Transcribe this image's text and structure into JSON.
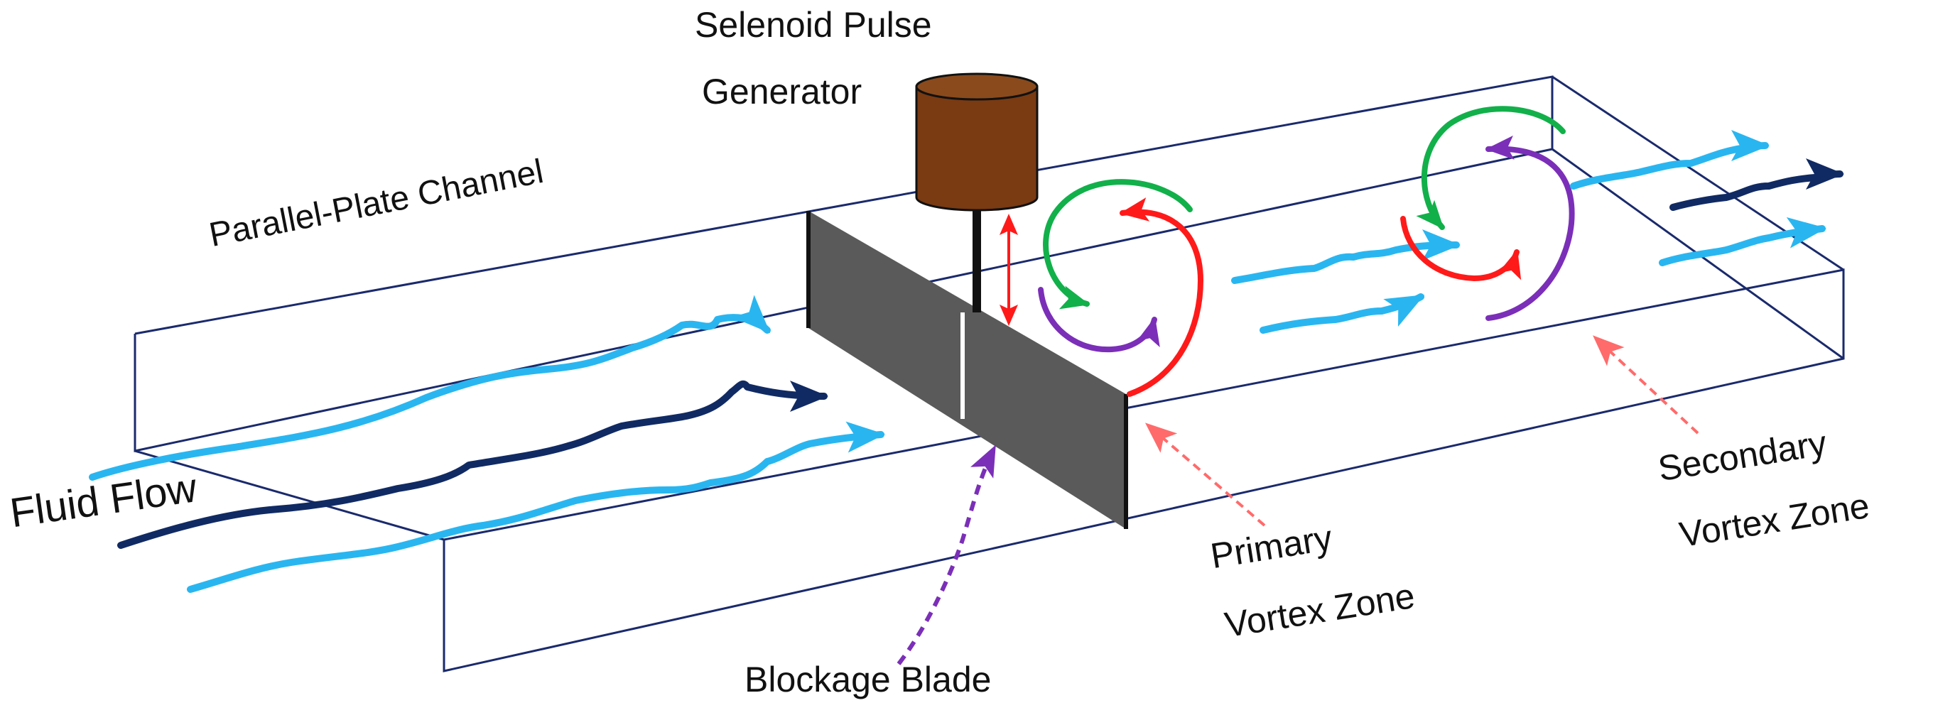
{
  "labels": {
    "selenoid_line1": "Selenoid Pulse",
    "selenoid_line2": "Generator",
    "channel": "Parallel-Plate  Channel",
    "fluid_flow": "Fluid Flow",
    "blockage_blade": "Blockage  Blade",
    "primary_line1": "Primary",
    "primary_line2": "Vortex Zone",
    "secondary_line1": "Secondary",
    "secondary_line2": "Vortex Zone"
  },
  "colors": {
    "channel_outline": "#1a2a6c",
    "flow_light": "#29b6f0",
    "flow_dark": "#102a63",
    "blade": "#5a5a5a",
    "cylinder": "#7a3a12",
    "vortex_red": "#ff1a1a",
    "vortex_green": "#12b04a",
    "vortex_purple": "#7b2fb8",
    "pointer_dashed": "#ff6b6b",
    "blade_pointer": "#7b2fb8"
  }
}
